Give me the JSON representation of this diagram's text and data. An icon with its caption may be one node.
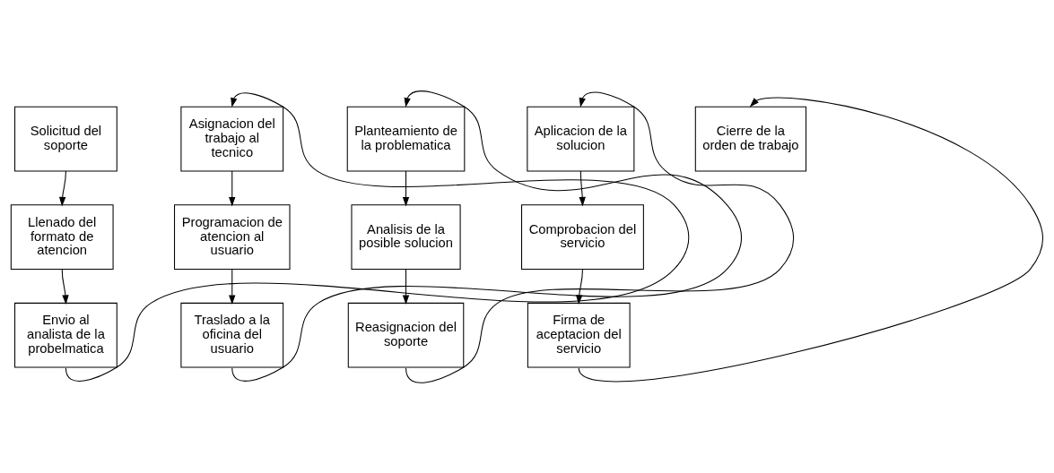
{
  "diagram": {
    "nodes": [
      {
        "text": [
          "Solicitud del soporte"
        ]
      },
      {
        "text": [
          "Llenado del formato de atencion"
        ]
      },
      {
        "text": [
          "Envio al analista de la probelmatica"
        ]
      },
      {
        "text": [
          "Asignacion del trabajo al tecnico"
        ]
      },
      {
        "text": [
          "Programacion de atencion al usuario"
        ]
      },
      {
        "text": [
          "Traslado a la oficina del usuario"
        ]
      },
      {
        "text": [
          "Planteamiento de la problematica"
        ]
      },
      {
        "text": [
          "Analisis de la posible solucion"
        ]
      },
      {
        "text": [
          "Reasignacion del soporte"
        ]
      },
      {
        "text": [
          "Aplicacion de la solucion"
        ]
      },
      {
        "text": [
          "Comprobacion del servicio"
        ]
      },
      {
        "text": [
          "Firma de aceptacion del servicio"
        ]
      },
      {
        "text": [
          "Cierre de la orden de trabajo"
        ]
      }
    ],
    "edges": [
      {
        "from": 0,
        "to": 1,
        "arrow": "to"
      },
      {
        "from": 1,
        "to": 2,
        "arrow": "to"
      },
      {
        "from": 2,
        "to": 3,
        "arrow": "to"
      },
      {
        "from": 3,
        "to": 4,
        "arrow": "to"
      },
      {
        "from": 4,
        "to": 5,
        "arrow": "to"
      },
      {
        "from": 5,
        "to": 6,
        "arrow": "to"
      },
      {
        "from": 6,
        "to": 7,
        "arrow": "to"
      },
      {
        "from": 7,
        "to": 8,
        "arrow": "to"
      },
      {
        "from": 8,
        "to": 9,
        "arrow": "to"
      },
      {
        "from": 9,
        "to": 10,
        "arrow": "to"
      },
      {
        "from": 10,
        "to": 11,
        "arrow": "to"
      },
      {
        "from": 11,
        "to": 12,
        "arrow": "to"
      }
    ]
  }
}
